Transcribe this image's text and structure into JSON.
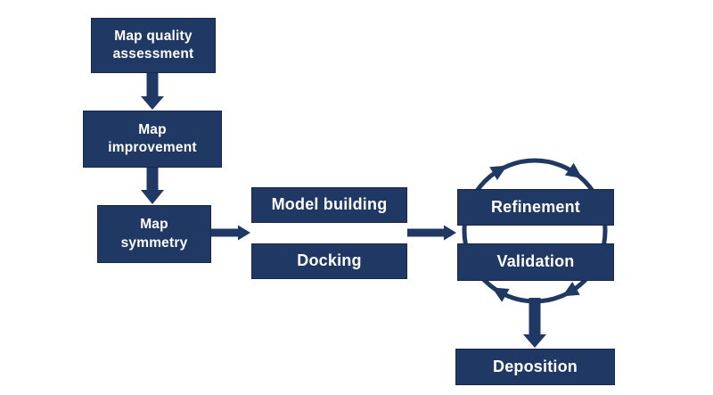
{
  "diagram": {
    "nodes": {
      "map_quality_assessment": {
        "label": "Map quality\nassessment"
      },
      "map_improvement": {
        "label": "Map\nimprovement"
      },
      "map_symmetry": {
        "label": "Map\nsymmetry"
      },
      "model_building": {
        "label": "Model building"
      },
      "docking": {
        "label": "Docking"
      },
      "refinement": {
        "label": "Refinement"
      },
      "validation": {
        "label": "Validation"
      },
      "deposition": {
        "label": "Deposition"
      }
    },
    "edges": [
      {
        "from": "Map quality assessment",
        "to": "Map improvement",
        "type": "arrow-down"
      },
      {
        "from": "Map improvement",
        "to": "Map symmetry",
        "type": "arrow-down"
      },
      {
        "from": "Map symmetry",
        "to": "Model building / Docking",
        "type": "arrow-right"
      },
      {
        "from": "Model building / Docking",
        "to": "Refinement / Validation",
        "type": "arrow-right"
      },
      {
        "from": "Refinement / Validation",
        "to": "Deposition",
        "type": "arrow-down"
      },
      {
        "between": [
          "Refinement",
          "Validation"
        ],
        "type": "cycle",
        "direction": "clockwise",
        "arrowheads": 4
      }
    ],
    "colors": {
      "box_fill": "#1F3864",
      "box_border": "#16294A",
      "arrow": "#1F3864",
      "text": "#FFFFFF",
      "background": "#FFFFFF"
    }
  }
}
